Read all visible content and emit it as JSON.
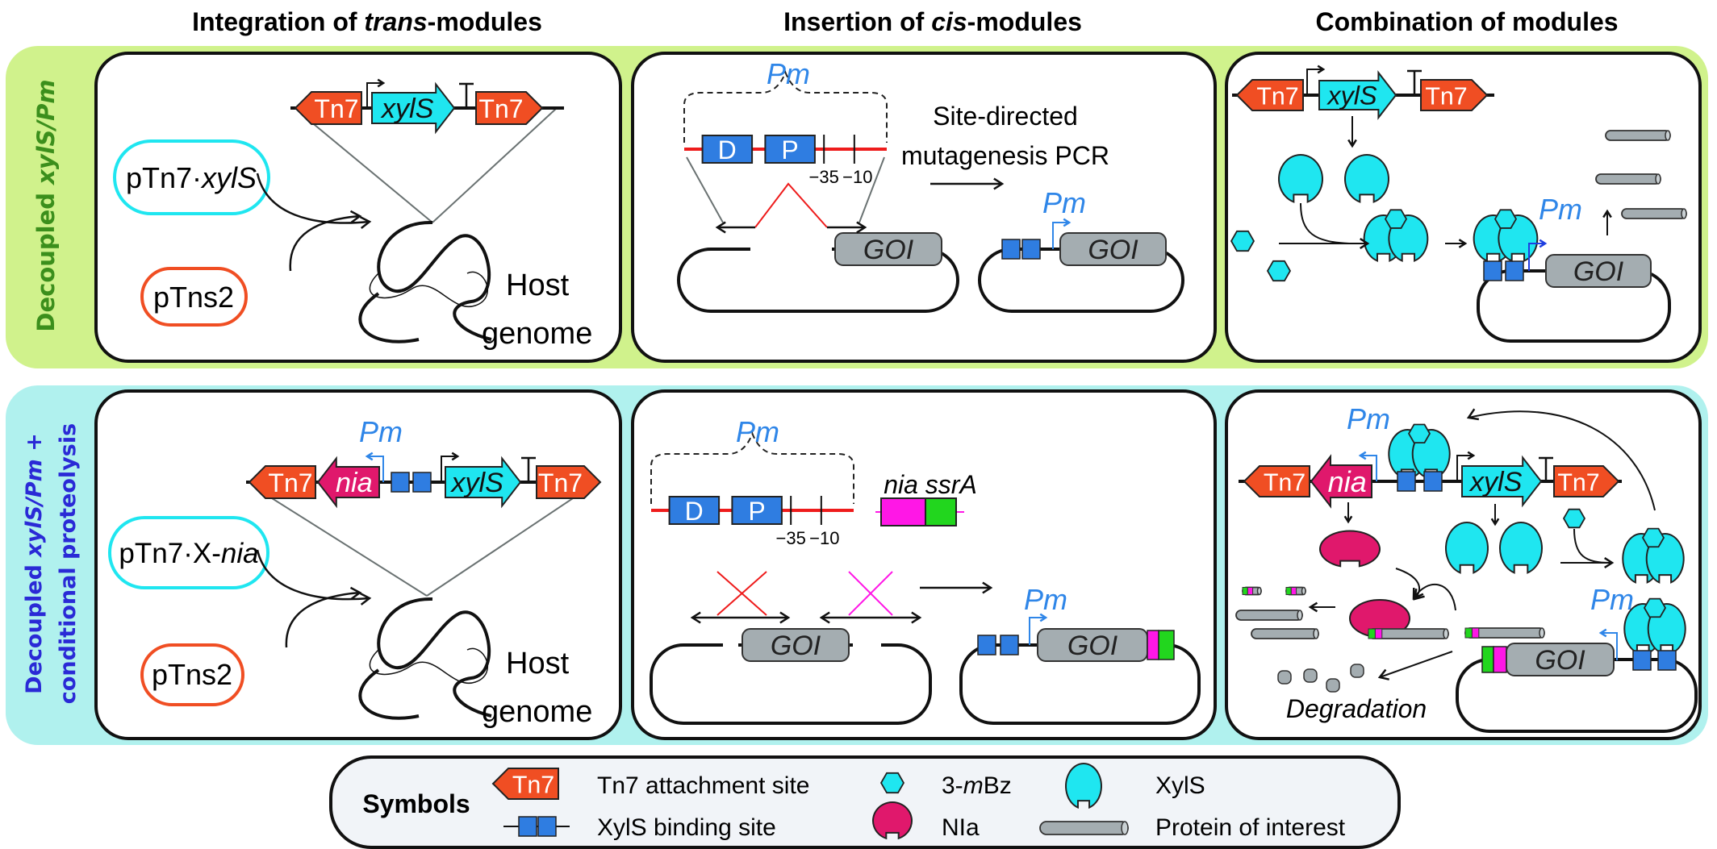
{
  "headers": [
    {
      "pre": "Integration of ",
      "em": "trans",
      "post": "-modules"
    },
    {
      "pre": "Insertion of ",
      "em": "cis",
      "post": "-modules"
    },
    {
      "pre": "Combination of modules"
    }
  ],
  "rows": [
    {
      "label_pre": "Decoupled ",
      "label_em": "xylS/Pm"
    },
    {
      "label_pre": "Decoupled ",
      "label_em": "xylS/Pm",
      "label_post": " +",
      "label_line2": "conditional proteolysis"
    }
  ],
  "labels": {
    "tn7": "Tn7",
    "xylS": "xylS",
    "nia": "nia",
    "pm": "Pm",
    "goi": "GOI",
    "d": "D",
    "p": "P",
    "minus35": "−35",
    "minus10": "−10",
    "host": "Host",
    "genome": "genome",
    "site_directed": "Site-directed",
    "mutagenesis": "mutagenesis PCR",
    "nia_ssrA": "nia ssrA",
    "degradation": "Degradation"
  },
  "plasmids": {
    "ptn7_xylS_pre": "pTn7·",
    "ptn7_xylS_em": "xylS",
    "ptns2": "pTns2",
    "ptn7_x_nia_pre": "pTn7·X-",
    "ptn7_x_nia_em": "nia"
  },
  "legend": {
    "title": "Symbols",
    "tn7_site": "Tn7 attachment site",
    "binding_site": "XylS binding site",
    "mbz_pre": "3-",
    "mbz_em": "m",
    "mbz_post": "Bz",
    "nia": "NIa",
    "xyls": "XylS",
    "protein": "Protein of interest"
  },
  "colors": {
    "green_band": "#d0f28c",
    "cyan_band": "#b0f1ee",
    "row1_label": "#3b8f1c",
    "row2_label": "#2a2ad6",
    "tn7": "#f04e23",
    "xyls": "#1fe6f0",
    "nia": "#e0186c",
    "binding": "#2f7de1",
    "pm": "#2f86e8",
    "goi": "#a4adb1",
    "red_line": "#ee1c1c",
    "magenta": "#ff17e6",
    "green_tag": "#22d61e",
    "legend_bg": "#f1f4f8"
  }
}
